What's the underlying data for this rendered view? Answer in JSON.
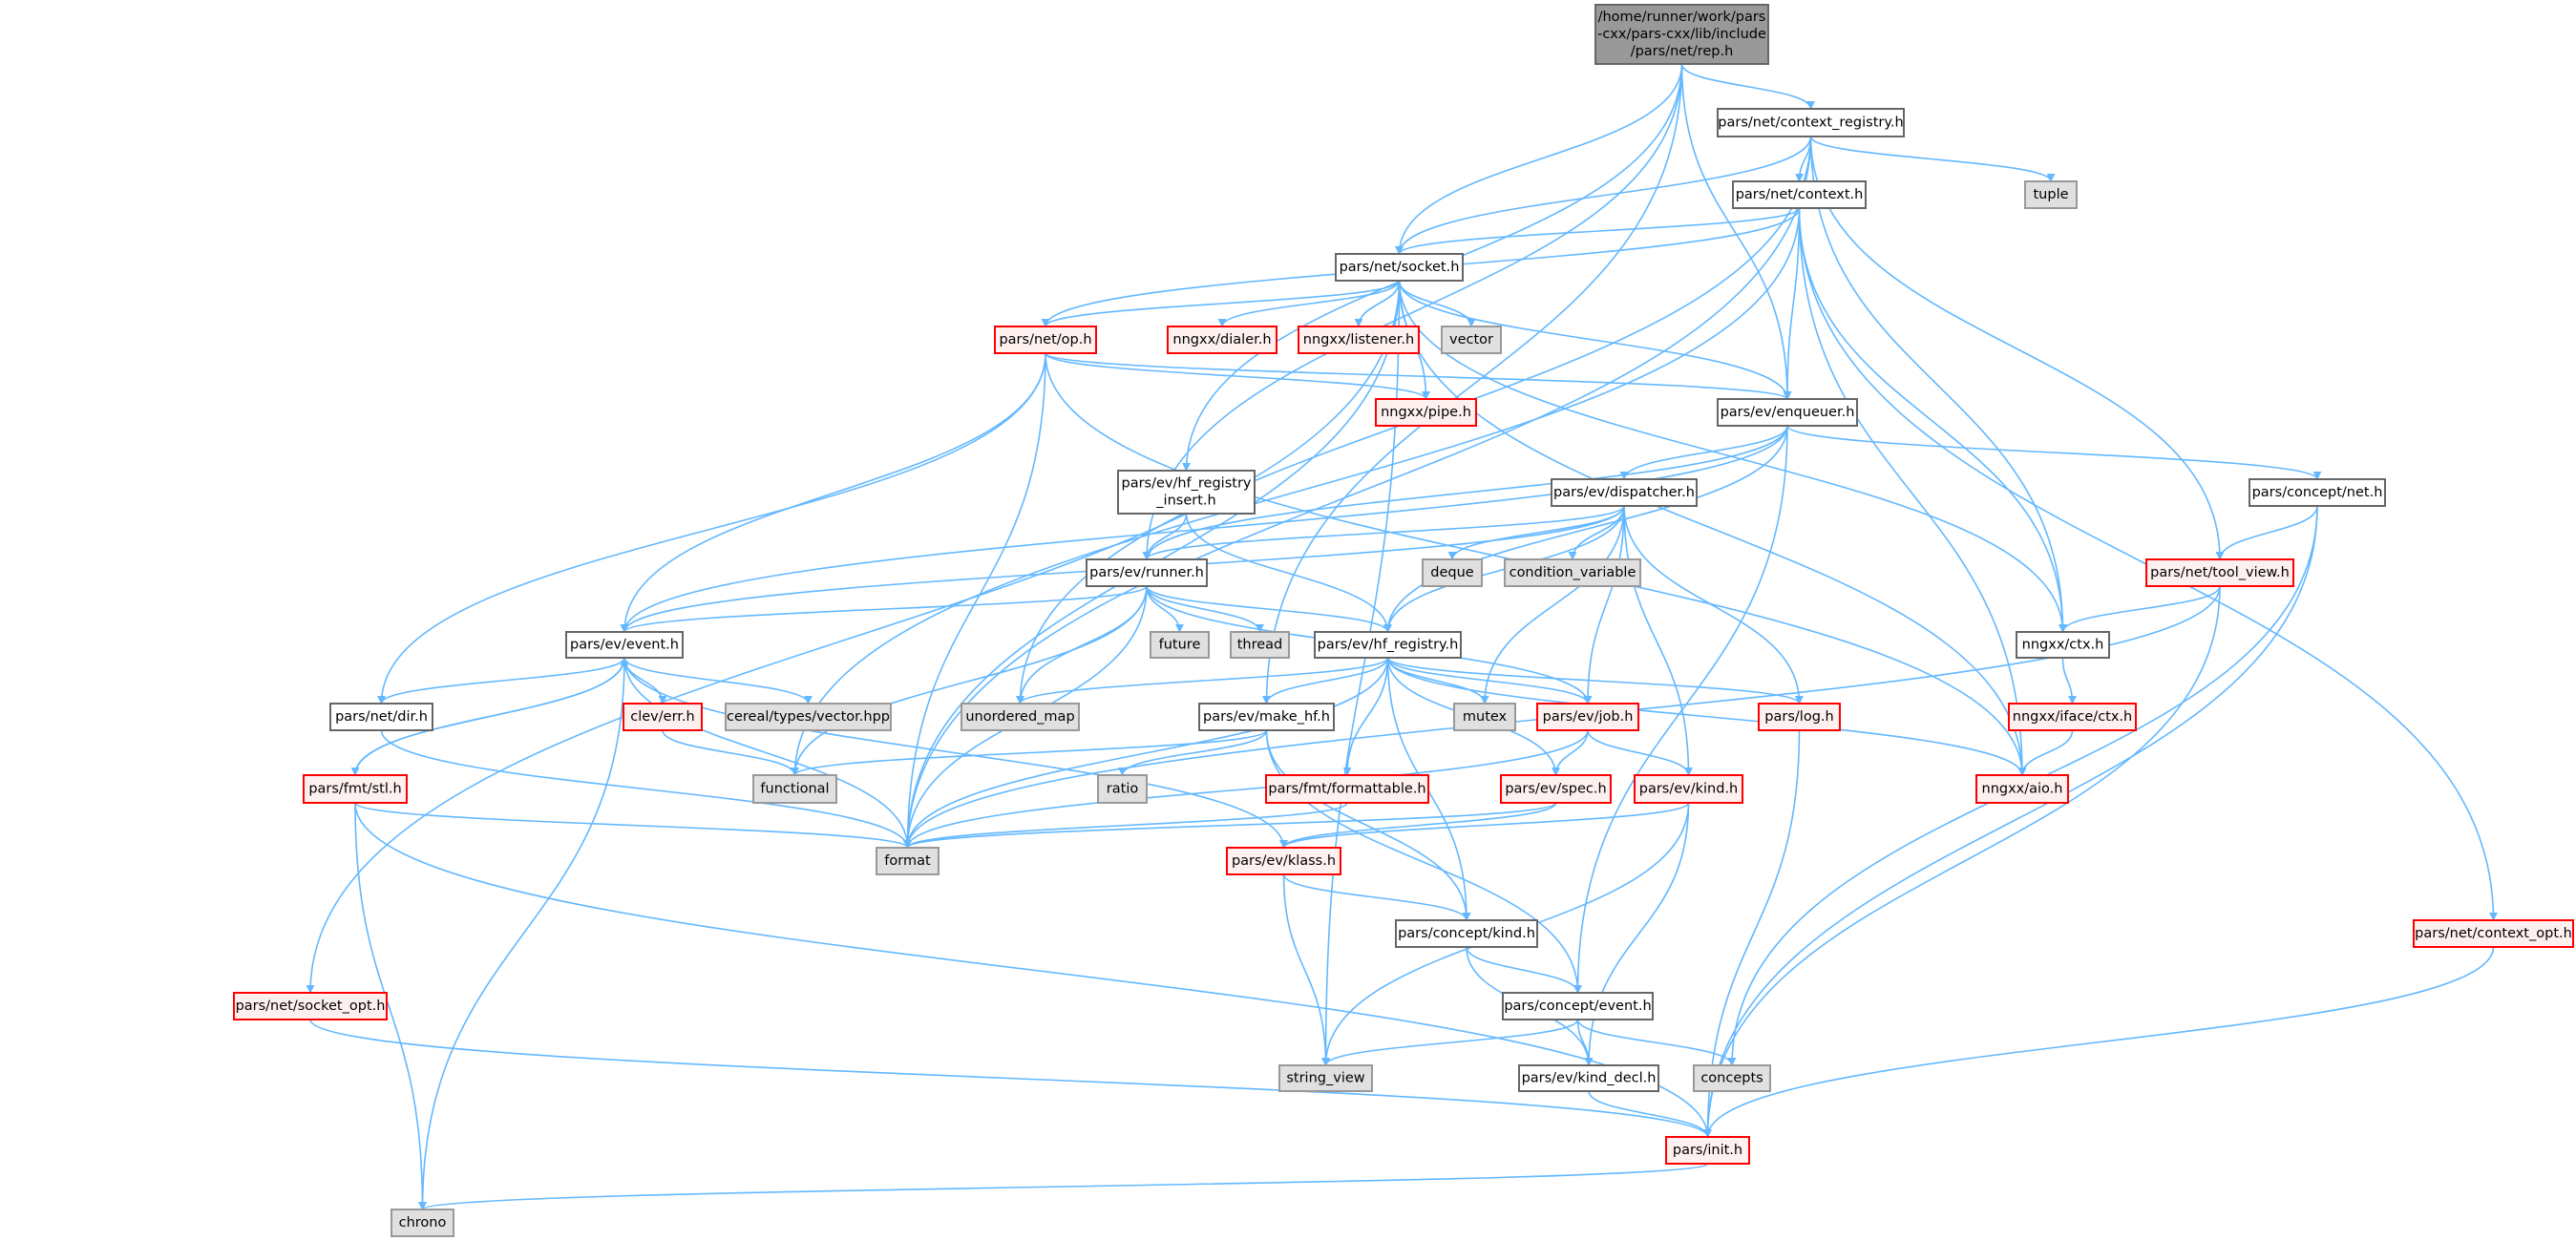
{
  "graph": {
    "title": "Include dependency graph for rep.h",
    "edge_color": "#63b8ff",
    "nodes": {
      "root": {
        "lines": [
          "/home/runner/work/pars",
          "-cxx/pars-cxx/lib/include",
          "/pars/net/rep.h"
        ],
        "kind": "root"
      },
      "context_registry": {
        "lines": [
          "pars/net/context_registry.h"
        ],
        "kind": "normal"
      },
      "context": {
        "lines": [
          "pars/net/context.h"
        ],
        "kind": "normal"
      },
      "tuple": {
        "lines": [
          "tuple"
        ],
        "kind": "system"
      },
      "socket": {
        "lines": [
          "pars/net/socket.h"
        ],
        "kind": "normal"
      },
      "op": {
        "lines": [
          "pars/net/op.h"
        ],
        "kind": "truncated"
      },
      "dialer": {
        "lines": [
          "nngxx/dialer.h"
        ],
        "kind": "truncated"
      },
      "listener": {
        "lines": [
          "nngxx/listener.h"
        ],
        "kind": "truncated"
      },
      "vector": {
        "lines": [
          "vector"
        ],
        "kind": "system"
      },
      "pipe": {
        "lines": [
          "nngxx/pipe.h"
        ],
        "kind": "truncated"
      },
      "enqueuer": {
        "lines": [
          "pars/ev/enqueuer.h"
        ],
        "kind": "normal"
      },
      "hf_registry_insert": {
        "lines": [
          "pars/ev/hf_registry",
          "_insert.h"
        ],
        "kind": "normal"
      },
      "dispatcher": {
        "lines": [
          "pars/ev/dispatcher.h"
        ],
        "kind": "normal"
      },
      "concept_net": {
        "lines": [
          "pars/concept/net.h"
        ],
        "kind": "normal"
      },
      "runner": {
        "lines": [
          "pars/ev/runner.h"
        ],
        "kind": "normal"
      },
      "deque": {
        "lines": [
          "deque"
        ],
        "kind": "system"
      },
      "condition_variable": {
        "lines": [
          "condition_variable"
        ],
        "kind": "system"
      },
      "tool_view": {
        "lines": [
          "pars/net/tool_view.h"
        ],
        "kind": "truncated"
      },
      "event": {
        "lines": [
          "pars/ev/event.h"
        ],
        "kind": "normal"
      },
      "future": {
        "lines": [
          "future"
        ],
        "kind": "system"
      },
      "thread": {
        "lines": [
          "thread"
        ],
        "kind": "system"
      },
      "hf_registry": {
        "lines": [
          "pars/ev/hf_registry.h"
        ],
        "kind": "normal"
      },
      "nngxx_ctx": {
        "lines": [
          "nngxx/ctx.h"
        ],
        "kind": "normal"
      },
      "net_dir": {
        "lines": [
          "pars/net/dir.h"
        ],
        "kind": "normal"
      },
      "clev_err": {
        "lines": [
          "clev/err.h"
        ],
        "kind": "truncated"
      },
      "cereal": {
        "lines": [
          "cereal/types/vector.hpp"
        ],
        "kind": "system"
      },
      "unordered_map": {
        "lines": [
          "unordered_map"
        ],
        "kind": "system"
      },
      "make_hf": {
        "lines": [
          "pars/ev/make_hf.h"
        ],
        "kind": "normal"
      },
      "mutex": {
        "lines": [
          "mutex"
        ],
        "kind": "system"
      },
      "job": {
        "lines": [
          "pars/ev/job.h"
        ],
        "kind": "truncated"
      },
      "log": {
        "lines": [
          "pars/log.h"
        ],
        "kind": "truncated"
      },
      "iface_ctx": {
        "lines": [
          "nngxx/iface/ctx.h"
        ],
        "kind": "truncated"
      },
      "fmt_stl": {
        "lines": [
          "pars/fmt/stl.h"
        ],
        "kind": "truncated"
      },
      "functional": {
        "lines": [
          "functional"
        ],
        "kind": "system"
      },
      "ratio": {
        "lines": [
          "ratio"
        ],
        "kind": "system"
      },
      "formattable": {
        "lines": [
          "pars/fmt/formattable.h"
        ],
        "kind": "truncated"
      },
      "spec": {
        "lines": [
          "pars/ev/spec.h"
        ],
        "kind": "truncated"
      },
      "kind": {
        "lines": [
          "pars/ev/kind.h"
        ],
        "kind": "truncated"
      },
      "aio": {
        "lines": [
          "nngxx/aio.h"
        ],
        "kind": "truncated"
      },
      "format": {
        "lines": [
          "format"
        ],
        "kind": "system"
      },
      "klass": {
        "lines": [
          "pars/ev/klass.h"
        ],
        "kind": "truncated"
      },
      "concept_kind": {
        "lines": [
          "pars/concept/kind.h"
        ],
        "kind": "normal"
      },
      "context_opt": {
        "lines": [
          "pars/net/context_opt.h"
        ],
        "kind": "truncated"
      },
      "socket_opt": {
        "lines": [
          "pars/net/socket_opt.h"
        ],
        "kind": "truncated"
      },
      "concept_event": {
        "lines": [
          "pars/concept/event.h"
        ],
        "kind": "normal"
      },
      "string_view": {
        "lines": [
          "string_view"
        ],
        "kind": "system"
      },
      "kind_decl": {
        "lines": [
          "pars/ev/kind_decl.h"
        ],
        "kind": "normal"
      },
      "concepts": {
        "lines": [
          "concepts"
        ],
        "kind": "system"
      },
      "init": {
        "lines": [
          "pars/init.h"
        ],
        "kind": "truncated"
      },
      "chrono": {
        "lines": [
          "chrono"
        ],
        "kind": "system"
      }
    },
    "edges": [
      [
        "root",
        "context_registry"
      ],
      [
        "root",
        "socket"
      ],
      [
        "root",
        "enqueuer"
      ],
      [
        "root",
        "hf_registry_insert"
      ],
      [
        "root",
        "make_hf"
      ],
      [
        "root",
        "runner"
      ],
      [
        "context_registry",
        "format"
      ],
      [
        "context_registry",
        "unordered_map"
      ],
      [
        "context_registry",
        "socket"
      ],
      [
        "context_registry",
        "context"
      ],
      [
        "context_registry",
        "tuple"
      ],
      [
        "context_registry",
        "nngxx_ctx"
      ],
      [
        "context_registry",
        "tool_view"
      ],
      [
        "context",
        "socket"
      ],
      [
        "context",
        "op"
      ],
      [
        "context",
        "enqueuer"
      ],
      [
        "context",
        "nngxx_ctx"
      ],
      [
        "context",
        "aio"
      ],
      [
        "context",
        "context_opt"
      ],
      [
        "context",
        "functional"
      ],
      [
        "socket",
        "op"
      ],
      [
        "socket",
        "dialer"
      ],
      [
        "socket",
        "listener"
      ],
      [
        "socket",
        "vector"
      ],
      [
        "socket",
        "enqueuer"
      ],
      [
        "socket",
        "pipe"
      ],
      [
        "socket",
        "nngxx_ctx"
      ],
      [
        "socket",
        "aio"
      ],
      [
        "socket",
        "socket_opt"
      ],
      [
        "socket",
        "format"
      ],
      [
        "socket",
        "string_view"
      ],
      [
        "op",
        "pipe"
      ],
      [
        "op",
        "enqueuer"
      ],
      [
        "op",
        "event"
      ],
      [
        "op",
        "net_dir"
      ],
      [
        "op",
        "format"
      ],
      [
        "op",
        "aio"
      ],
      [
        "enqueuer",
        "dispatcher"
      ],
      [
        "enqueuer",
        "concept_net"
      ],
      [
        "enqueuer",
        "hf_registry"
      ],
      [
        "enqueuer",
        "runner"
      ],
      [
        "enqueuer",
        "event"
      ],
      [
        "enqueuer",
        "concept_event"
      ],
      [
        "dispatcher",
        "deque"
      ],
      [
        "dispatcher",
        "condition_variable"
      ],
      [
        "dispatcher",
        "runner"
      ],
      [
        "dispatcher",
        "event"
      ],
      [
        "dispatcher",
        "hf_registry"
      ],
      [
        "dispatcher",
        "mutex"
      ],
      [
        "dispatcher",
        "job"
      ],
      [
        "dispatcher",
        "kind"
      ],
      [
        "dispatcher",
        "log"
      ],
      [
        "concept_net",
        "tool_view"
      ],
      [
        "concept_net",
        "concepts"
      ],
      [
        "concept_net",
        "init"
      ],
      [
        "tool_view",
        "nngxx_ctx"
      ],
      [
        "tool_view",
        "format"
      ],
      [
        "tool_view",
        "init"
      ],
      [
        "hf_registry_insert",
        "runner"
      ],
      [
        "hf_registry_insert",
        "hf_registry"
      ],
      [
        "runner",
        "event"
      ],
      [
        "runner",
        "future"
      ],
      [
        "runner",
        "thread"
      ],
      [
        "runner",
        "hf_registry"
      ],
      [
        "runner",
        "unordered_map"
      ],
      [
        "runner",
        "functional"
      ],
      [
        "runner",
        "format"
      ],
      [
        "runner",
        "job"
      ],
      [
        "event",
        "net_dir"
      ],
      [
        "event",
        "clev_err"
      ],
      [
        "event",
        "cereal"
      ],
      [
        "event",
        "fmt_stl"
      ],
      [
        "event",
        "format"
      ],
      [
        "event",
        "chrono"
      ],
      [
        "event",
        "klass"
      ],
      [
        "fmt_stl",
        "event"
      ],
      [
        "fmt_stl",
        "format"
      ],
      [
        "fmt_stl",
        "chrono"
      ],
      [
        "fmt_stl",
        "init"
      ],
      [
        "net_dir",
        "format"
      ],
      [
        "clev_err",
        "functional"
      ],
      [
        "hf_registry",
        "make_hf"
      ],
      [
        "hf_registry",
        "mutex"
      ],
      [
        "hf_registry",
        "job"
      ],
      [
        "hf_registry",
        "log"
      ],
      [
        "hf_registry",
        "unordered_map"
      ],
      [
        "hf_registry",
        "format"
      ],
      [
        "hf_registry",
        "formattable"
      ],
      [
        "hf_registry",
        "spec"
      ],
      [
        "hf_registry",
        "concept_kind"
      ],
      [
        "hf_registry",
        "aio"
      ],
      [
        "make_hf",
        "functional"
      ],
      [
        "make_hf",
        "ratio"
      ],
      [
        "make_hf",
        "concept_kind"
      ],
      [
        "make_hf",
        "concept_event"
      ],
      [
        "formattable",
        "format"
      ],
      [
        "job",
        "spec"
      ],
      [
        "job",
        "kind"
      ],
      [
        "job",
        "format"
      ],
      [
        "spec",
        "format"
      ],
      [
        "spec",
        "klass"
      ],
      [
        "kind",
        "klass"
      ],
      [
        "kind",
        "string_view"
      ],
      [
        "kind",
        "kind_decl"
      ],
      [
        "klass",
        "concept_kind"
      ],
      [
        "klass",
        "string_view"
      ],
      [
        "log",
        "init"
      ],
      [
        "nngxx_ctx",
        "iface_ctx"
      ],
      [
        "iface_ctx",
        "aio"
      ],
      [
        "concept_kind",
        "concept_event"
      ],
      [
        "concept_kind",
        "kind_decl"
      ],
      [
        "concept_event",
        "string_view"
      ],
      [
        "concept_event",
        "kind_decl"
      ],
      [
        "concept_event",
        "concepts"
      ],
      [
        "kind_decl",
        "init"
      ],
      [
        "socket_opt",
        "init"
      ],
      [
        "context_opt",
        "init"
      ],
      [
        "init",
        "chrono"
      ]
    ]
  }
}
